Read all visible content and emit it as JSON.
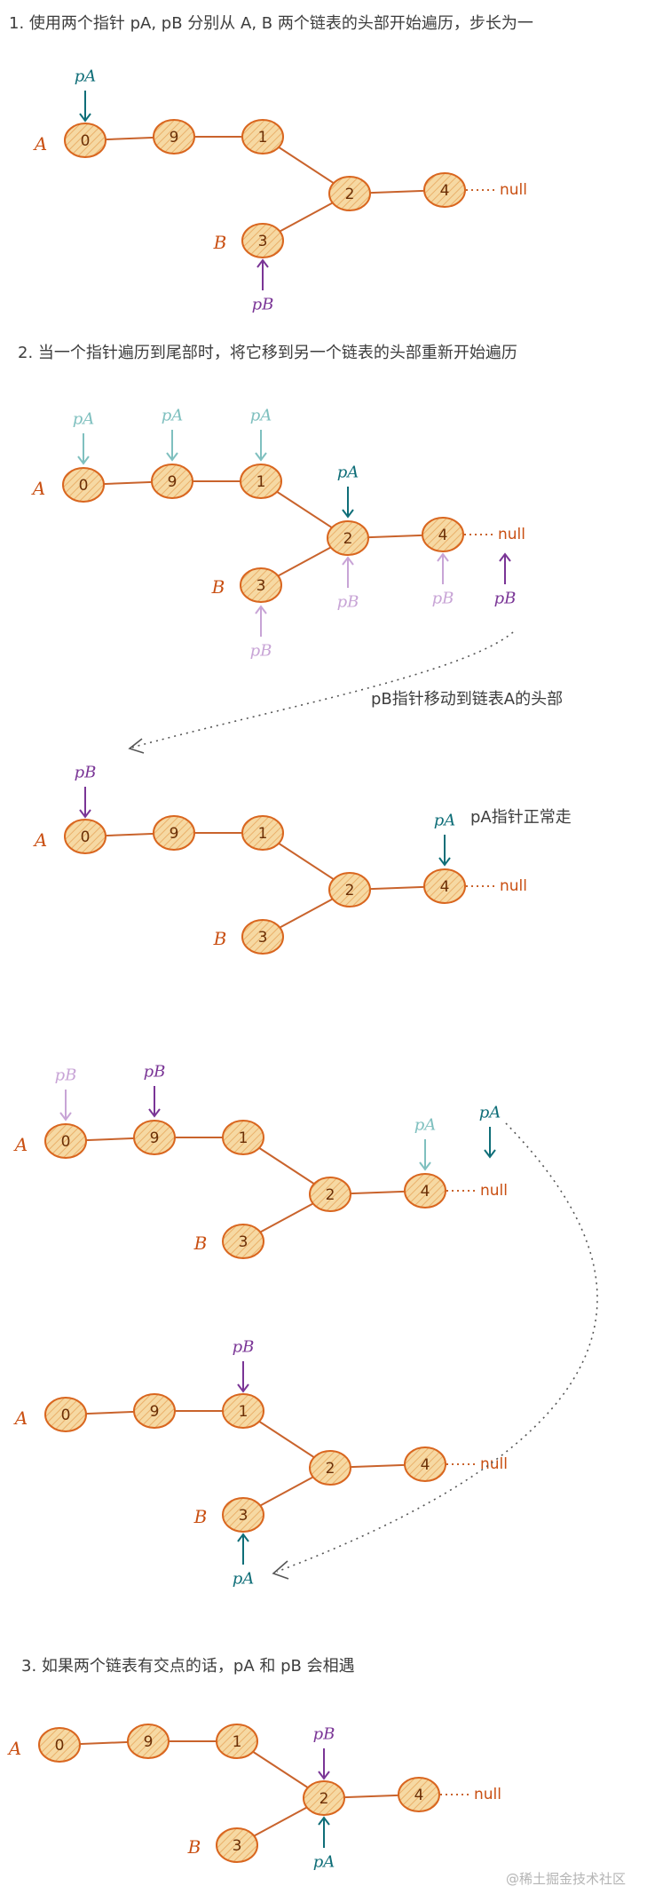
{
  "steps": [
    {
      "heading": "1. 使用两个指针 pA, pB 分别从 A, B 两个链表的头部开始遍历，步长为一"
    },
    {
      "heading": "2. 当一个指针遍历到尾部时，将它移到另一个链表的头部重新开始遍历",
      "notes": {
        "move_b": "pB指针移动到链表A的头部",
        "pa_normal": "pA指针正常走"
      }
    },
    {
      "heading": "3. 如果两个链表有交点的话，pA 和 pB 会相遇"
    }
  ],
  "list_labels": {
    "a": "A",
    "b": "B"
  },
  "node_values": {
    "a0": "0",
    "a1": "9",
    "a2": "1",
    "shared1": "2",
    "shared2": "4",
    "b0": "3"
  },
  "null_label": "null",
  "pointer_labels": {
    "pa": "pA",
    "pb": "pB"
  },
  "colors": {
    "node_fill": "#f6d9a3",
    "node_stroke": "#d9661f",
    "edge": "#c9632c",
    "label_orange": "#c94f12",
    "pa": "#0f6e78",
    "pa_faded": "#7fc0bf",
    "pb": "#7a3596",
    "pb_faded": "#c8a4d6",
    "text": "#3d3d3d",
    "watermark": "#b4b4b4"
  },
  "watermark": "@稀土掘金技术社区"
}
